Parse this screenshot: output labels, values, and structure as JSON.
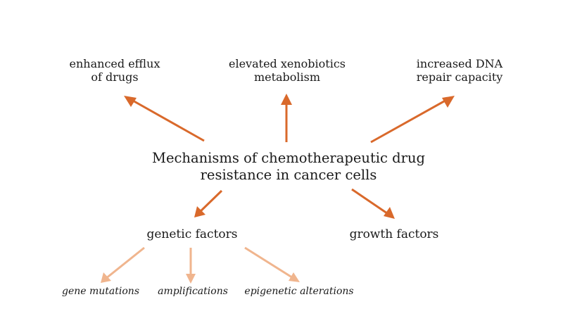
{
  "diagram": {
    "center": {
      "line1": "Mechanisms of chemotherapeutic drug",
      "line2": "resistance in cancer cells"
    },
    "mechanisms": [
      {
        "line1": "enhanced efflux",
        "line2": "of drugs"
      },
      {
        "line1": "elevated xenobiotics",
        "line2": "metabolism"
      },
      {
        "line1": "increased DNA",
        "line2": "repair capacity"
      }
    ],
    "factors": {
      "genetic": "genetic factors",
      "growth": "growth factors"
    },
    "genetic_subtypes": [
      "gene mutations",
      "amplifications",
      "epigenetic alterations"
    ],
    "colors": {
      "primary_arrow": "#d9692b",
      "secondary_arrow": "#f0b58e",
      "text": "#1a1a1a"
    }
  }
}
